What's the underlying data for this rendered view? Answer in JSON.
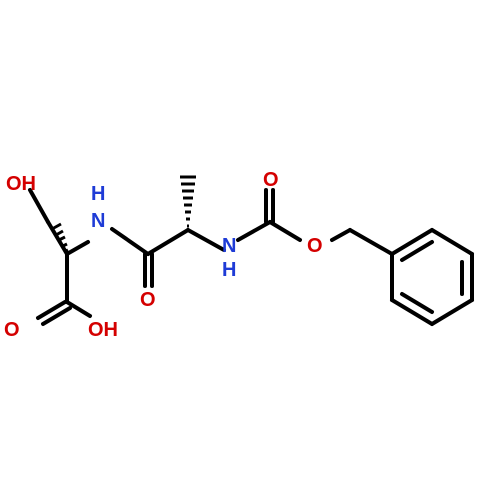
{
  "colors": {
    "bond": "#000000",
    "oxygen": "#d40000",
    "nitrogen": "#1e3bd6",
    "background": "#ffffff"
  },
  "labels": {
    "oh_top": "OH",
    "nh_left": "N",
    "h_left": "H",
    "o_acid": "O",
    "oh_acid": "OH",
    "o_amide": "O",
    "nh_right": "N",
    "h_right": "H",
    "o_carbonyl": "O",
    "o_ester": "O"
  }
}
